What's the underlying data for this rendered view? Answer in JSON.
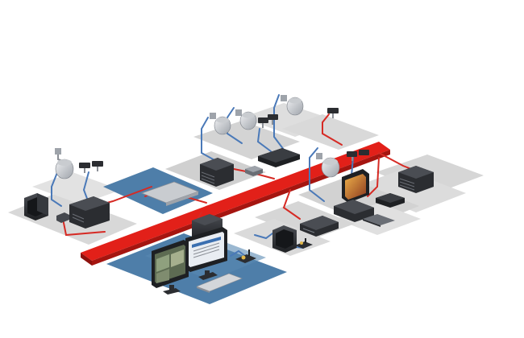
{
  "diagram": {
    "colors": {
      "background": "#ffffff",
      "floor_tile": "#d7d7d7",
      "floor_tile_blue": "#4f7fa9",
      "backbone": "#e0201c",
      "backbone_dark": "#a81512",
      "cable_red": "#d62a24",
      "cable_blue": "#4a79b8",
      "device_dark": "#2b2d31",
      "device_mid": "#45484e",
      "device_light": "#8b8f96",
      "camera_silver": "#c9ccd0",
      "screen_blue": "#2f5f99"
    },
    "zones": [
      {
        "name": "left-camera-zone",
        "color": "floor_tile"
      },
      {
        "name": "left-control-room",
        "color": "floor_tile_blue"
      },
      {
        "name": "upper-camera-zone",
        "color": "floor_tile"
      },
      {
        "name": "right-server-zone",
        "color": "floor_tile"
      },
      {
        "name": "bottom-operator-room",
        "color": "floor_tile_blue"
      }
    ],
    "devices": [
      {
        "name": "dome-camera-left",
        "icon": "dome-camera-icon"
      },
      {
        "name": "box-camera-left",
        "icon": "box-camera-icon"
      },
      {
        "name": "monitor-left",
        "icon": "crt-monitor-icon"
      },
      {
        "name": "dvr-left",
        "icon": "video-recorder-icon"
      },
      {
        "name": "encoder-left",
        "icon": "encoder-box-icon"
      },
      {
        "name": "dome-camera-upper-1",
        "icon": "dome-camera-icon"
      },
      {
        "name": "dome-camera-upper-2",
        "icon": "dome-camera-icon"
      },
      {
        "name": "dome-camera-upper-3",
        "icon": "dome-camera-icon"
      },
      {
        "name": "box-camera-upper-1",
        "icon": "box-camera-icon"
      },
      {
        "name": "box-camera-upper-2",
        "icon": "box-camera-icon"
      },
      {
        "name": "box-camera-red-line",
        "icon": "box-camera-icon"
      },
      {
        "name": "rack-server-upper",
        "icon": "rack-server-icon"
      },
      {
        "name": "network-switch-upper",
        "icon": "network-switch-icon"
      },
      {
        "name": "video-recorder-upper",
        "icon": "video-recorder-icon"
      },
      {
        "name": "dome-camera-right",
        "icon": "dome-camera-icon"
      },
      {
        "name": "box-camera-right",
        "icon": "box-camera-icon"
      },
      {
        "name": "lcd-monitor-right",
        "icon": "lcd-monitor-icon"
      },
      {
        "name": "workstation-right",
        "icon": "workstation-icon"
      },
      {
        "name": "keyboard-right",
        "icon": "keyboard-icon"
      },
      {
        "name": "rack-server-right",
        "icon": "rack-server-icon"
      },
      {
        "name": "storage-array-right",
        "icon": "storage-array-icon"
      },
      {
        "name": "decoder-middle",
        "icon": "decoder-box-icon"
      },
      {
        "name": "monitor-middle",
        "icon": "crt-monitor-icon"
      },
      {
        "name": "joystick-keypad-middle",
        "icon": "joystick-keypad-icon"
      },
      {
        "name": "workstation-operator",
        "icon": "workstation-icon"
      },
      {
        "name": "lcd-monitor-operator-1",
        "icon": "lcd-monitor-icon"
      },
      {
        "name": "lcd-monitor-operator-2",
        "icon": "lcd-monitor-icon"
      },
      {
        "name": "keyboard-operator",
        "icon": "keyboard-icon"
      },
      {
        "name": "joystick-keypad-operator",
        "icon": "joystick-keypad-icon"
      }
    ]
  }
}
